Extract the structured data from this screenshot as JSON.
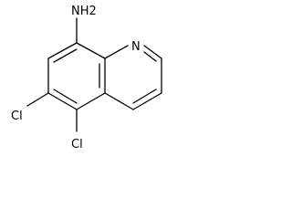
{
  "molecule": {
    "labels": {
      "amine": "NH2",
      "ring_nitrogen": "N",
      "chlorine_6": "Cl",
      "chlorine_5": "Cl"
    },
    "colors": {
      "bond": "#000000",
      "text": "#000000",
      "background": "#ffffff"
    }
  }
}
